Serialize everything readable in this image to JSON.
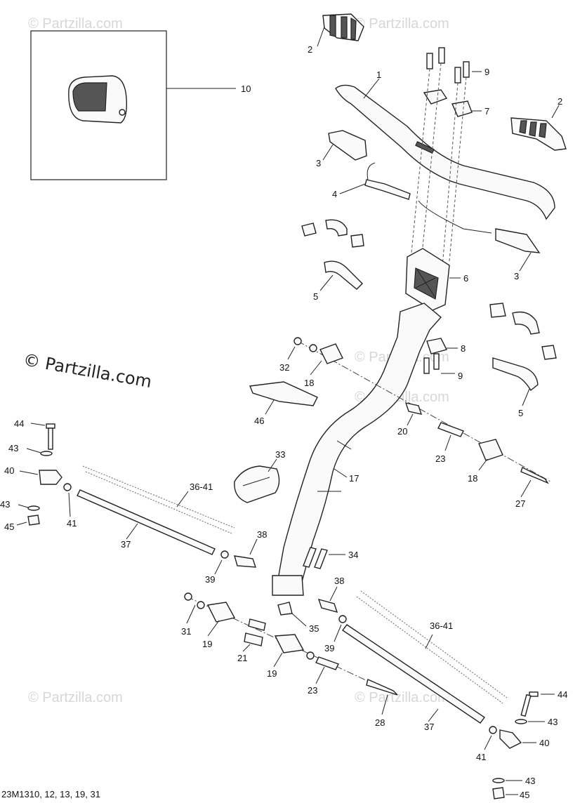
{
  "watermarks": {
    "main": "© Partzilla.com",
    "faint": "© Partzilla.com"
  },
  "footer": "23M1310, 12, 13, 19, 31",
  "callouts": {
    "c1": "1",
    "c2a": "2",
    "c2b": "2",
    "c3a": "3",
    "c3b": "3",
    "c4": "4",
    "c5a": "5",
    "c5b": "5",
    "c6": "6",
    "c7": "7",
    "c8": "8",
    "c9a": "9",
    "c9b": "9",
    "c10": "10",
    "c17": "17",
    "c18a": "18",
    "c18b": "18",
    "c19a": "19",
    "c19b": "19",
    "c20": "20",
    "c21": "21",
    "c23a": "23",
    "c23b": "23",
    "c27": "27",
    "c28": "28",
    "c31": "31",
    "c32": "32",
    "c33": "33",
    "c34": "34",
    "c35": "35",
    "c3641a": "36-41",
    "c3641b": "36-41",
    "c37a": "37",
    "c37b": "37",
    "c38a": "38",
    "c38b": "38",
    "c39a": "39",
    "c39b": "39",
    "c40a": "40",
    "c40b": "40",
    "c41a": "41",
    "c41b": "41",
    "c43a": "43",
    "c43b": "43",
    "c43c": "43",
    "c43d": "43",
    "c44a": "44",
    "c44b": "44",
    "c45a": "45",
    "c45b": "45",
    "c46": "46"
  },
  "colors": {
    "line": "#222222",
    "watermark": "#d7d7d7",
    "background": "#ffffff"
  }
}
